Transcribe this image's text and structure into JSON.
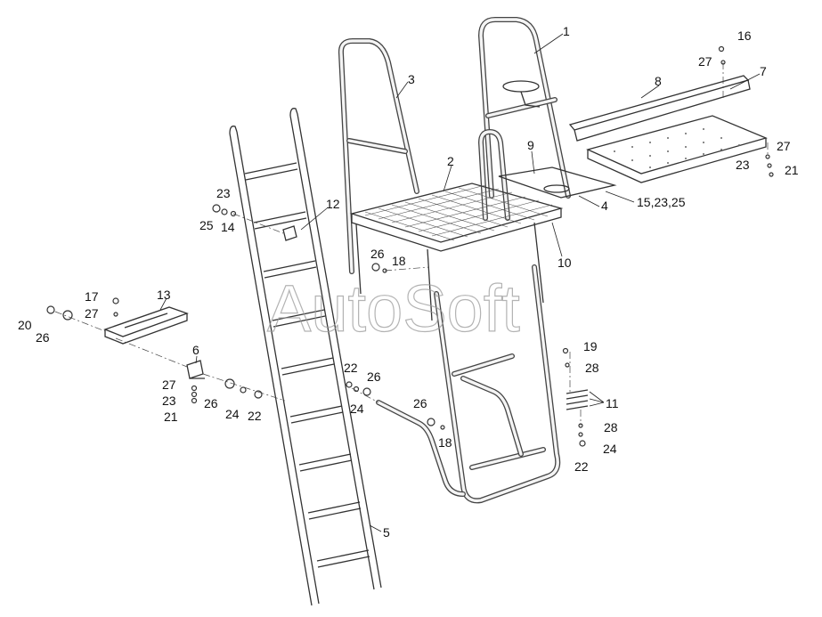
{
  "watermark": "AutoSoft",
  "colors": {
    "background": "#ffffff",
    "line": "#222222",
    "watermark": "#9a9a9a"
  },
  "labels": {
    "l1": "1",
    "l2": "2",
    "l3": "3",
    "l4": "4",
    "l5": "5",
    "l6": "6",
    "l7": "7",
    "l8": "8",
    "l9": "9",
    "l10": "10",
    "l11": "11",
    "l12": "12",
    "l13": "13",
    "l14": "14",
    "l15_23_25": "15,23,25",
    "l16": "16",
    "l17": "17",
    "l18a": "18",
    "l18b": "18",
    "l19": "19",
    "l20": "20",
    "l21a": "21",
    "l21b": "21",
    "l22a": "22",
    "l22b": "22",
    "l22c": "22",
    "l23a": "23",
    "l23b": "23",
    "l23c": "23",
    "l24a": "24",
    "l24b": "24",
    "l24c": "24",
    "l25": "25",
    "l26a": "26",
    "l26b": "26",
    "l26c": "26",
    "l26d": "26",
    "l26e": "26",
    "l27a": "27",
    "l27b": "27",
    "l27c": "27",
    "l27d": "27",
    "l28a": "28",
    "l28b": "28"
  }
}
